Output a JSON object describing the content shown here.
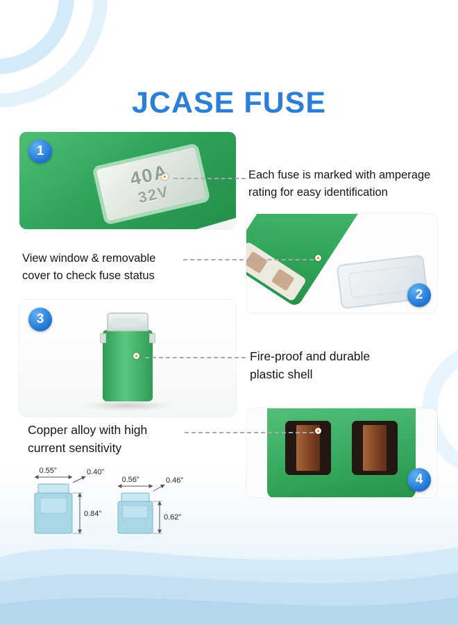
{
  "title": "JCASE FUSE",
  "colors": {
    "accent": "#2b7fd8",
    "fuse_green": "#3fb469",
    "marker_orange": "#f5820a",
    "diagram_blue": "#a8d8e6"
  },
  "callouts": [
    {
      "number": "1",
      "line1": "Each fuse is marked with amperage",
      "line2": "rating for easy identification"
    },
    {
      "number": "2",
      "line1": "View window & removable",
      "line2": "cover to check fuse status"
    },
    {
      "number": "3",
      "line1": "Fire-proof and durable",
      "line2": "plastic shell"
    },
    {
      "number": "4",
      "line1": "Copper alloy with high",
      "line2": "current sensitivity"
    }
  ],
  "fuse_marking": {
    "amperage": "40A",
    "voltage": "32V"
  },
  "dimensions": {
    "fuse_tall": {
      "width": "0.55”",
      "depth": "0.40”",
      "height": "0.84”"
    },
    "fuse_short": {
      "width": "0.56”",
      "depth": "0.46”",
      "height": "0.62”"
    }
  }
}
